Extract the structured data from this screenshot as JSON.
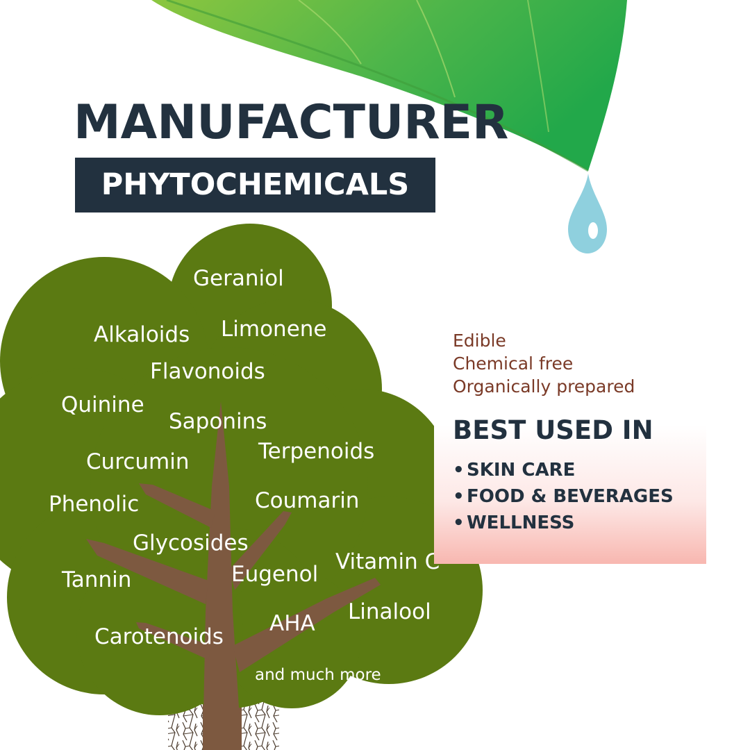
{
  "header": {
    "title": "MANUFACTURER",
    "subtitle": "PHYTOCHEMICALS"
  },
  "tree": {
    "words": {
      "geraniol": "Geraniol",
      "alkaloids": "Alkaloids",
      "limonene": "Limonene",
      "flavonoids": "Flavonoids",
      "quinine": "Quinine",
      "saponins": "Saponins",
      "terpenoids": "Terpenoids",
      "curcumin": "Curcumin",
      "phenolic": "Phenolic",
      "coumarin": "Coumarin",
      "glycosides": "Glycosides",
      "vitamin_c": "Vitamin C",
      "tannin": "Tannin",
      "eugenol": "Eugenol",
      "linalool": "Linalool",
      "aha": "AHA",
      "carotenoids": "Carotenoids"
    },
    "footnote": "and much more"
  },
  "features": [
    "Edible",
    "Chemical free",
    "Organically prepared"
  ],
  "best_used": {
    "title": "BEST USED IN",
    "items": [
      "SKIN CARE",
      "FOOD & BEVERAGES",
      "WELLNESS"
    ],
    "bullet": "•"
  },
  "colors": {
    "navy": "#22313f",
    "canopy": "#5b7a12",
    "trunk": "#7d5940",
    "leaf_dark": "#2eaa47",
    "leaf_light": "#8cc63f",
    "drop": "#8fd0de",
    "feature_text": "#7a3a27",
    "panel_pink": "#f8b7b0"
  },
  "icons": {
    "leaf": "leaf-icon",
    "drop": "water-drop-icon",
    "tree": "tree-icon"
  }
}
